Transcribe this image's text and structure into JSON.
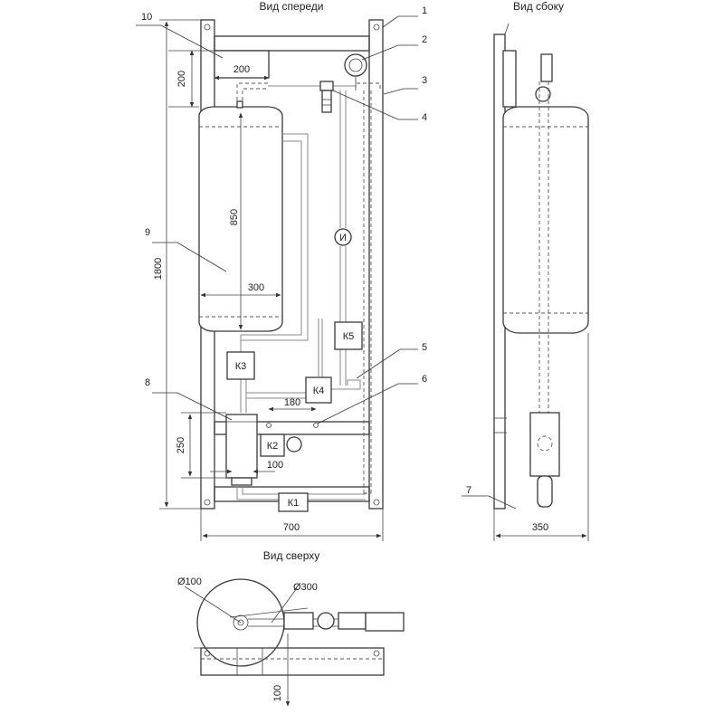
{
  "views": {
    "front": "Вид спереди",
    "side": "Вид сбоку",
    "top": "Вид сверху"
  },
  "callouts": [
    "1",
    "2",
    "3",
    "4",
    "5",
    "6",
    "7",
    "8",
    "9",
    "10"
  ],
  "components": {
    "k1": "К1",
    "k2": "К2",
    "k3": "К3",
    "k4": "К4",
    "k5": "К5",
    "gauge": "И"
  },
  "dimensions": {
    "d200_horizontal": "200",
    "d200_vertical": "200",
    "d850": "850",
    "d300": "300",
    "d1800": "1800",
    "d180": "180",
    "d250": "250",
    "d100_front": "100",
    "d700": "700",
    "d350": "350",
    "d_dia100": "Ø100",
    "d_dia300": "Ø300",
    "d100_top": "100"
  }
}
